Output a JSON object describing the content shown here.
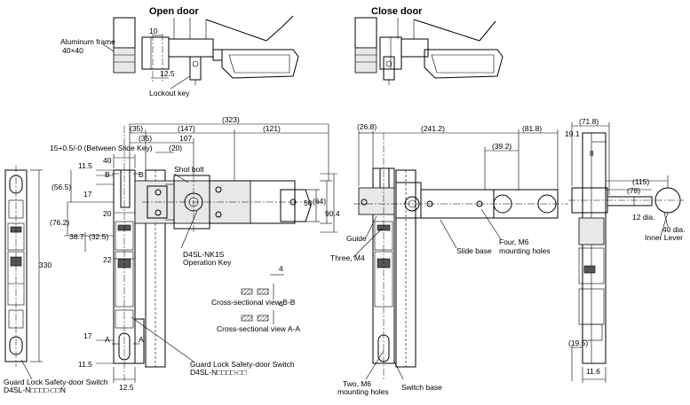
{
  "titles": {
    "open_door": "Open door",
    "close_door": "Close door"
  },
  "labels": {
    "aluminum_frame_1": "Aluminum frame",
    "aluminum_frame_2": "40×40",
    "lockout_key": "Lockout key",
    "shot_bolt": "Shot bolt",
    "operation_key_model": "D4SL-NK1S",
    "operation_key": "Operation Key",
    "between_slide_key": "15+0.5/-0 (Between Slide Key)",
    "cross_section_bb": "Cross-sectional view B-B",
    "cross_section_aa": "Cross-sectional view A-A",
    "guard_lock_switch_center_1": "Guard Lock Safety-door Switch",
    "guard_lock_switch_center_2": "D4SL-N□□□□-□□",
    "guard_lock_switch_left_1": "Guard Lock Safety-door Switch",
    "guard_lock_switch_left_2": "D4SL-N□□□□-□□N",
    "guide": "Guide",
    "three_m4": "Three, M4",
    "slide_base": "Slide base",
    "four_m6_1": "Four, M6",
    "four_m6_2": "mounting holes",
    "two_m6_1": "Two, M6",
    "two_m6_2": "mounting holes",
    "switch_base": "Switch base",
    "twelve_dia": "12 dia.",
    "forty_dia": "40 dia.",
    "inner_lever": "Inner Lever",
    "section_b": "B",
    "section_a": "A"
  },
  "dimensions": {
    "d10": "10",
    "d12_5_top": "12.5",
    "d323": "(323)",
    "d35": "(35)",
    "d147": "(147)",
    "d121": "(121)",
    "d35b": "(35)",
    "d107": "107",
    "d20p": "(20)",
    "d40": "40",
    "d11_5_top": "11.5",
    "d56_5": "(56.5)",
    "d17_top": "17",
    "d20": "20",
    "d76_2": "(76.2)",
    "d38_7": "38.7",
    "d32_5": "(32.5)",
    "d22": "22",
    "d330": "330",
    "d17_bot": "17",
    "d11_5_bot": "11.5",
    "d12_5_bot": "12.5",
    "d50": "50",
    "d64": "(64)",
    "d90_4": "90.4",
    "d4a": "4",
    "d4b": "4",
    "d26_8": "(26.8)",
    "d241_2": "(241.2)",
    "d81_8": "(81.8)",
    "d39_2": "(39.2)",
    "d71_8": "(71.8)",
    "d19_1": "19.1",
    "d8": "8",
    "d115": "(115)",
    "d78": "(78)",
    "d19_5": "(19.5)",
    "d11_6": "11.6"
  }
}
